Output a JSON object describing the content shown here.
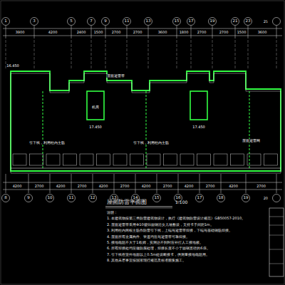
{
  "diagram": {
    "title": "屋面防雷平面图",
    "labels": [
      "1",
      "3",
      "5",
      "7",
      "9",
      "11",
      "13",
      "15",
      "17",
      "19",
      "21",
      "23",
      "25",
      "3900",
      "4200",
      "2400",
      "1500",
      "2700",
      "2700",
      "3600",
      "1800",
      "2700",
      "2700",
      "1500",
      "3600",
      "4200",
      "2700",
      "4200",
      "2700",
      "4200",
      "2700",
      "4200",
      "2700",
      "4200",
      "2700",
      "4200",
      "2700",
      "8",
      "9",
      "10",
      "11",
      "12",
      "13",
      "14",
      "15",
      "16",
      "17",
      "18",
      "19",
      "20",
      "16.450",
      "屋面避雷带",
      "机房",
      "17.450",
      "17.450",
      "引下线，利用柱内主筋",
      "引下线，利用柱内主筋",
      "屋面避雷网",
      "1:100",
      "说明：",
      "1. 本建筑物按第三类防雷建筑物设计，执行《建筑物防雷设计规范》GB50057-2010。",
      "2. 屋面避雷带采用Φ10镀锌圆钢沿女儿墙敷设，支持卡子间距1m。",
      "3. 利用柱内两根主筋作防雷引下线，上端与避雷带焊接，下端与基础钢筋焊接。",
      "4. 屋面所有金属构件、管道均应与避雷带可靠焊接。",
      "5. 接地电阻不大于1欧姆，实测达不到时应补打人工接地极。",
      "6. 所有焊接处均应做防腐处理，焊接长度不小于圆钢直径的6倍。",
      "7. 引下线在室外地面以上0.5m处设断接卡，供测量接地电阻用。",
      "8. 其他未尽事宜按国家现行规范及标准图集施工。"
    ]
  }
}
